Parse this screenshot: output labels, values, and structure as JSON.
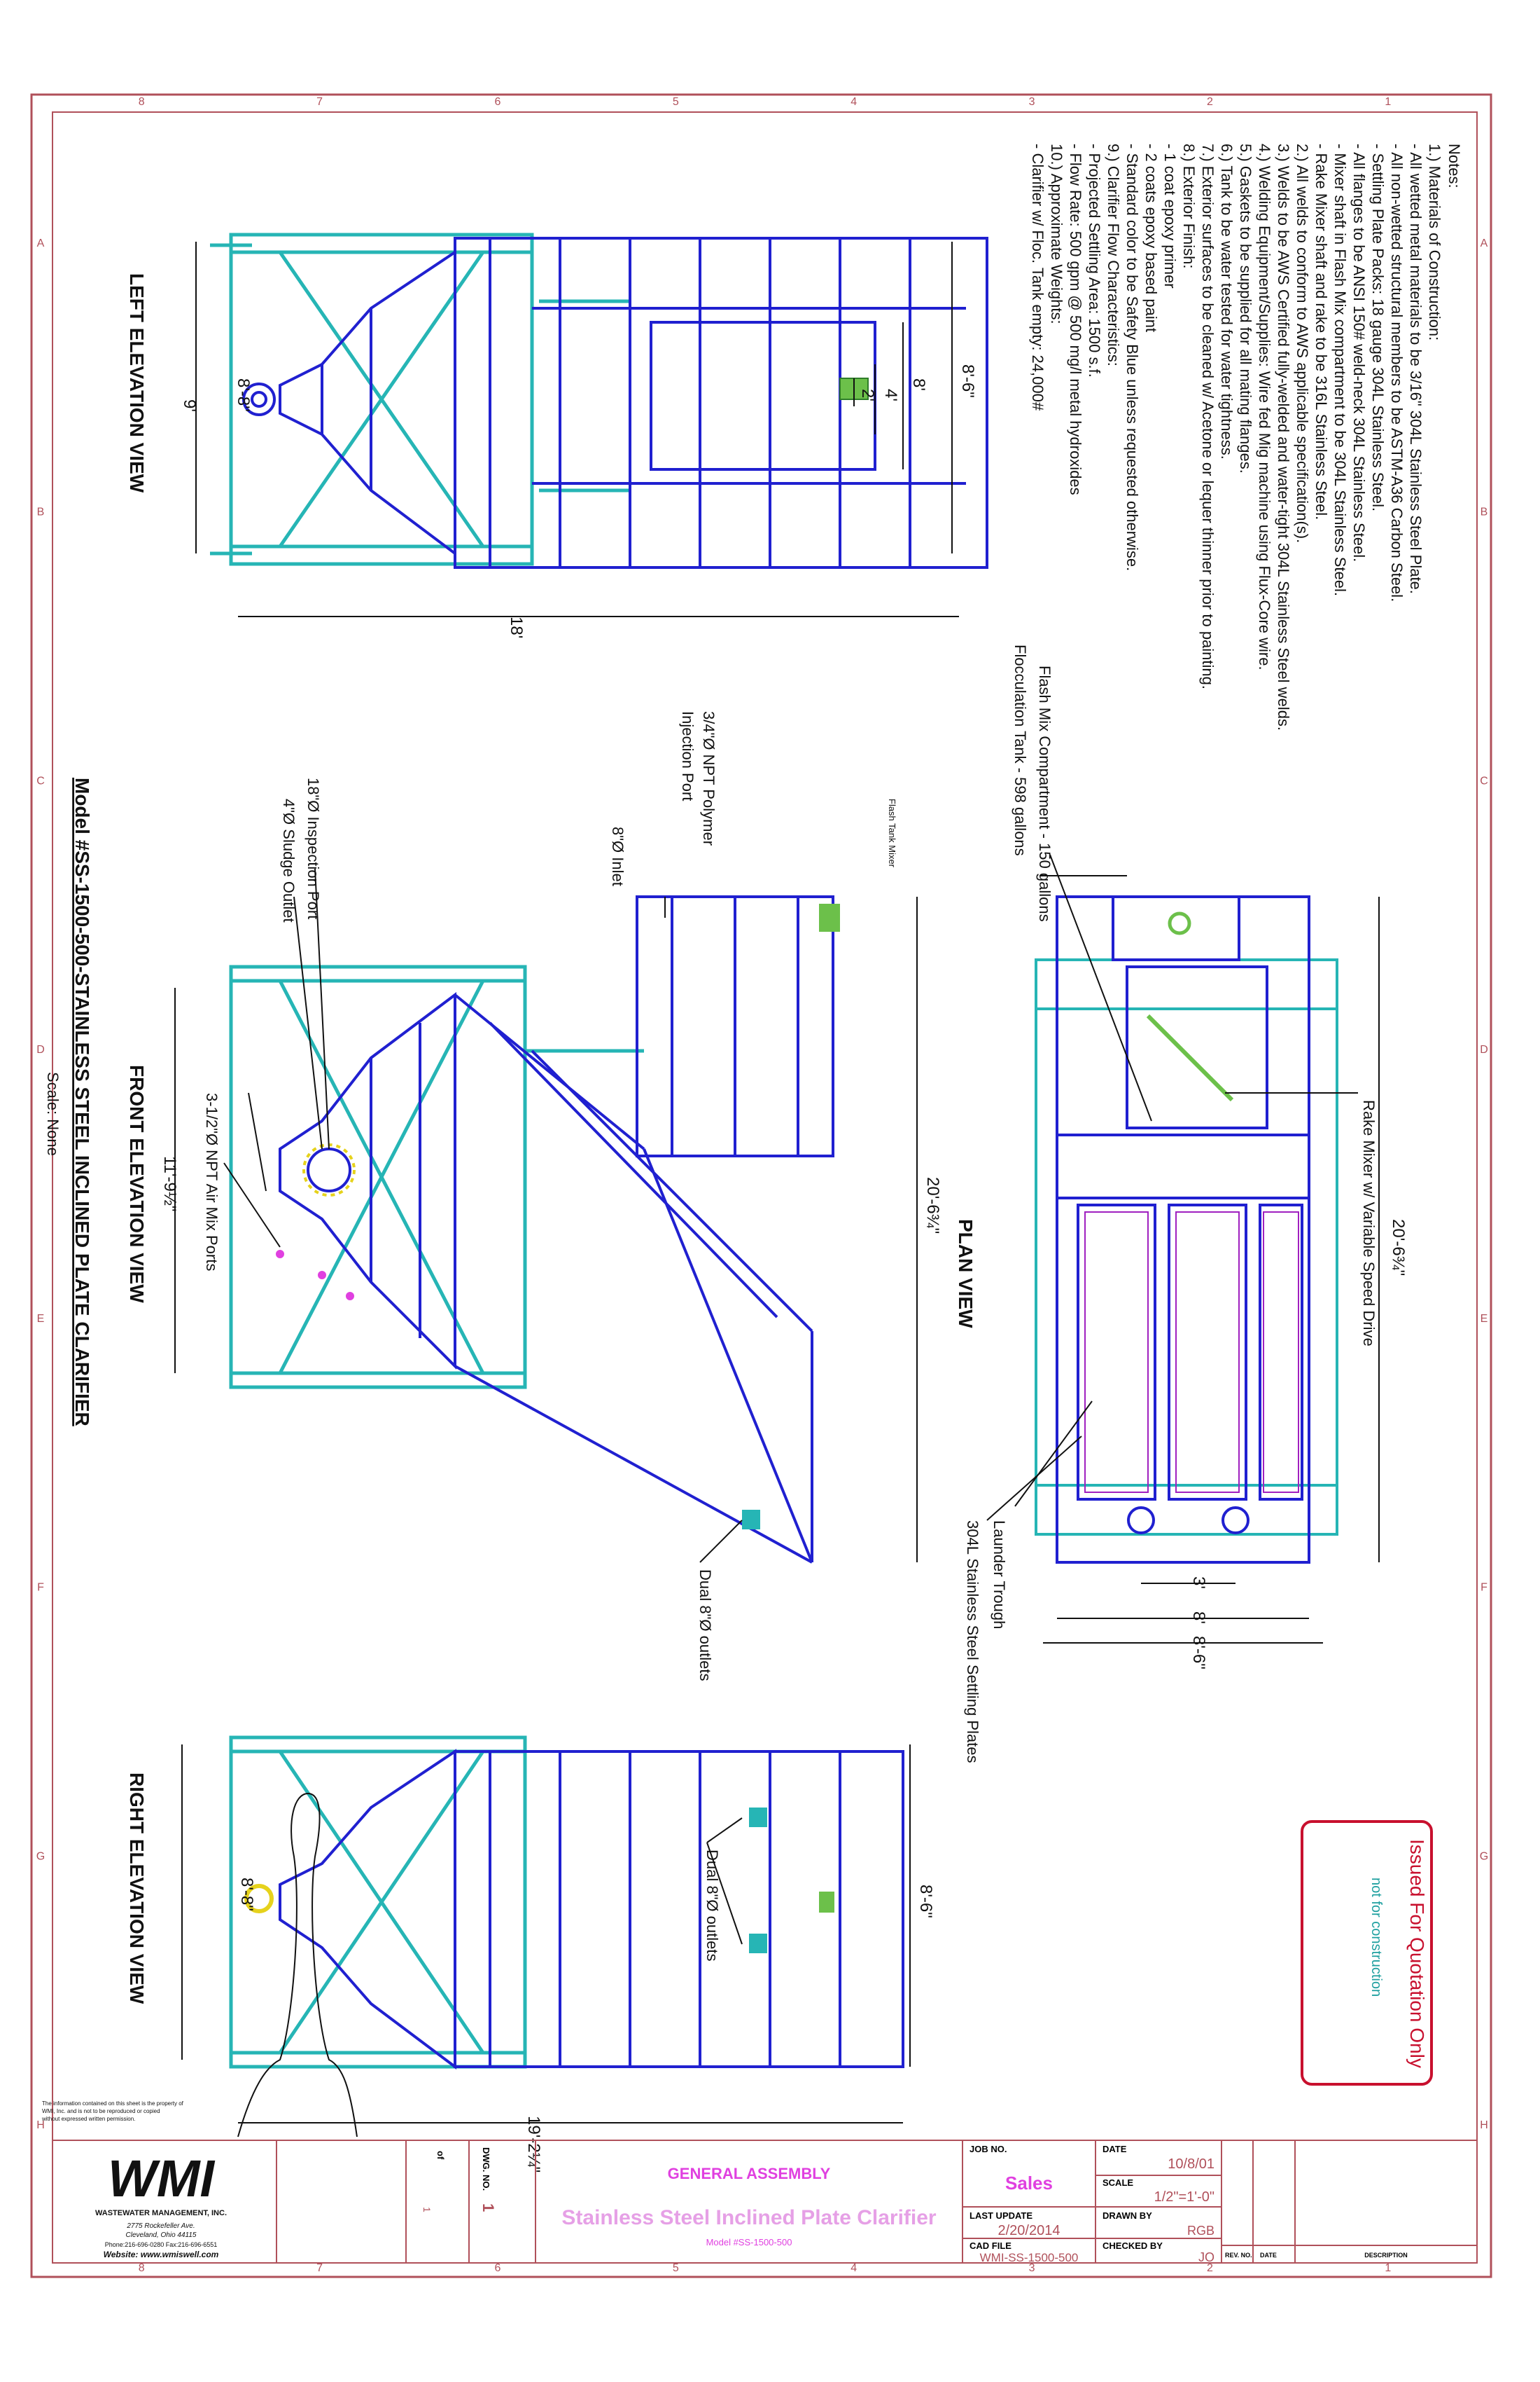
{
  "colors": {
    "border": "#b0505a",
    "steel": "#2020d0",
    "frame": "#26b5b5",
    "magenta": "#e040e0",
    "purple": "#a020c0",
    "green": "#6cc04a",
    "yellow": "#e6d21c",
    "stamp": "#c8102e",
    "stamp_sub": "#1fa0a0"
  },
  "zones": {
    "numbers": [
      "8",
      "7",
      "6",
      "5",
      "4",
      "3",
      "2",
      "1"
    ],
    "letters": [
      "A",
      "B",
      "C",
      "D",
      "E",
      "F",
      "G",
      "H"
    ]
  },
  "notes": {
    "heading": "Notes:",
    "lines": [
      "1.) Materials of Construction:",
      "   - All wetted metal materials to be 3/16\" 304L Stainless Steel Plate.",
      "   - All non-wetted structural members to be ASTM-A36 Carbon Steel.",
      "   - Settling Plate Packs: 18 gauge 304L Stainless Steel.",
      "   - All flanges to be ANSI 150# weld-neck 304L Stainless Steel.",
      "   - Mixer shaft in Flash Mix compartment to be 304L Stainless Steel.",
      "   - Rake Mixer shaft and rake to be 316L Stainless Steel.",
      "2.) All welds to conform to AWS applicable specification(s).",
      "3.) Welds to be AWS Certified fully-welded and water-tight 304L Stainless Steel welds.",
      "4.) Welding Equipment/Supplies: Wire fed Mig machine using Flux-Core wire.",
      "5.) Gaskets to be supplied for all mating flanges.",
      "6.) Tank to be water tested for water tightness.",
      "7.) Exterior surfaces to be cleaned w/ Acetone or lequer thinner prior to painting.",
      "8.) Exterior Finish:",
      "   - 1 coat epoxy primer",
      "   - 2 coats epoxy based paint",
      "   - Standard color to be Safety Blue unless requested otherwise.",
      "9.) Clarifier Flow Characteristics:",
      "   - Projected Settling Area: 1500 s.f.",
      "   - Flow Rate: 500 gpm @ 500 mg/l metal hydroxides",
      "10.) Approximate Weights:",
      "   - Clarifier w/ Floc. Tank empty: 24,000#"
    ]
  },
  "callouts": {
    "flash_mix": "Flash Mix Compartment - 150 gallons",
    "floc_tank": "Flocculation Tank - 598 gallons",
    "rake_mixer": "Rake Mixer w/ Variable Speed Drive",
    "launder": "Launder Trough",
    "settling_plates": "304L Stainless Steel Settling Plates",
    "flash_tank_mixer": "Flash Tank Mixer",
    "polymer_port_1": "3/4\"Ø NPT Polymer",
    "polymer_port_2": "Injection Port",
    "inlet": "8\"Ø Inlet",
    "inspection_port": "18\"Ø Inspection Port",
    "sludge_outlet": "4\"Ø Sludge Outlet",
    "air_mix_ports": "3-1/2\"Ø NPT Air Mix Ports",
    "dual_outlets_front": "Dual 8\"Ø outlets",
    "dual_outlets_right": "Dual 8\"Ø outlets"
  },
  "dims": {
    "left_9ft": "9'",
    "left_8ft6": "8'-6\"",
    "left_8ft": "8'",
    "left_4ft": "4'",
    "left_2ft": "2'",
    "left_8ft8": "8'-8\"",
    "left_18ft": "18'",
    "plan_20ft": "20'-6¾\"",
    "plan_3ft": "3'",
    "plan_8ft": "8'",
    "plan_8ft6": "8'-6\"",
    "front_20ft": "20'-6¾\"",
    "front_11ft": "11'-9½\"",
    "right_8ft6": "8'-6\"",
    "right_8ft8": "8'-8\"",
    "right_19ft": "19'-2¼\""
  },
  "view_titles": {
    "left": "LEFT ELEVATION VIEW",
    "plan": "PLAN VIEW",
    "front": "FRONT ELEVATION VIEW",
    "right": "RIGHT ELEVATION VIEW"
  },
  "model": {
    "title": "Model #SS-1500-500-STAINLESS STEEL INCLINED PLATE CLARIFIER",
    "scale": "Scale: None"
  },
  "stamp": {
    "main": "Issued For Quotation Only",
    "sub": "not for construction"
  },
  "title_block": {
    "disclaimer": [
      "The information contained on this sheet is the property of",
      "WMI, Inc. and is not to be reproduced or copied",
      "without expressed written permission."
    ],
    "company_logo": "WMI",
    "company_name": "WASTEWATER MANAGEMENT, INC.",
    "address_1": "2775 Rockefeller Ave.",
    "address_2": "Cleveland, Ohio 44115",
    "phone": "Phone:216-696-0280  Fax:216-696-6551",
    "website": "Website: www.wmiswell.com",
    "dwg_no_label": "DWG. NO.",
    "dwg_no": "1",
    "sheet_of": "of",
    "sheet_total": "1",
    "general_assembly": "GENERAL ASSEMBLY",
    "drawing_title": "Stainless Steel Inclined Plate Clarifier",
    "drawing_model": "Model #SS-1500-500",
    "job_no_label": "JOB NO.",
    "job_no": "Sales",
    "last_update_label": "LAST UPDATE",
    "last_update": "2/20/2014",
    "cad_file_label": "CAD FILE",
    "cad_file": "WMI-SS-1500-500",
    "date_label": "DATE",
    "date": "10/8/01",
    "scale_label": "SCALE",
    "scale": "1/2\"=1'-0\"",
    "drawn_by_label": "DRAWN BY",
    "drawn_by": "RGB",
    "checked_by_label": "CHECKED BY",
    "checked_by": "JO",
    "rev_no_label": "REV. NO.",
    "rev_date_label": "DATE",
    "description_label": "DESCRIPTION"
  }
}
